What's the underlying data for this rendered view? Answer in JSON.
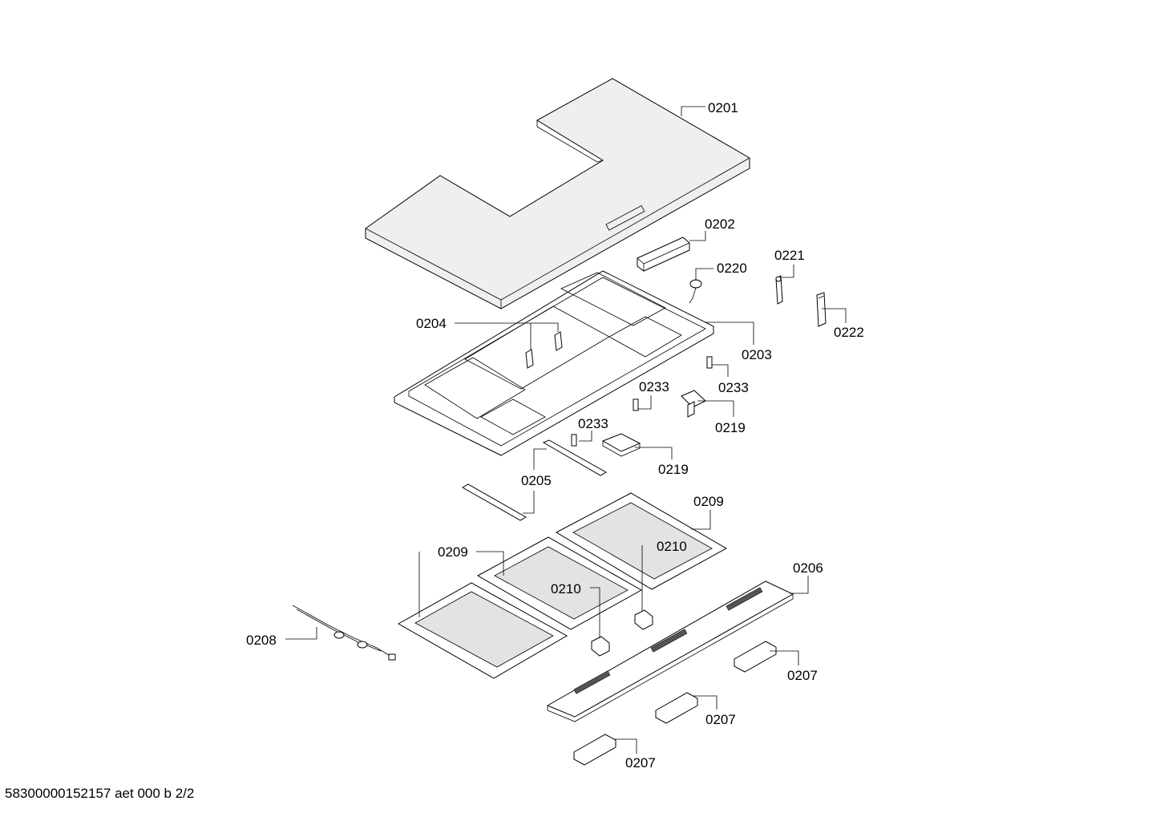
{
  "diagram": {
    "callouts": {
      "c0201": "0201",
      "c0202": "0202",
      "c0220": "0220",
      "c0221": "0221",
      "c0222": "0222",
      "c0204": "0204",
      "c0203": "0203",
      "c0233a": "0233",
      "c0233b": "0233",
      "c0233c": "0233",
      "c0219a": "0219",
      "c0219b": "0219",
      "c0205": "0205",
      "c0209a": "0209",
      "c0209b": "0209",
      "c0210a": "0210",
      "c0210b": "0210",
      "c0206": "0206",
      "c0208": "0208",
      "c0207a": "0207",
      "c0207b": "0207",
      "c0207c": "0207"
    }
  },
  "footer": {
    "doc_id": "58300000152157 aet 000 b 2/2"
  }
}
